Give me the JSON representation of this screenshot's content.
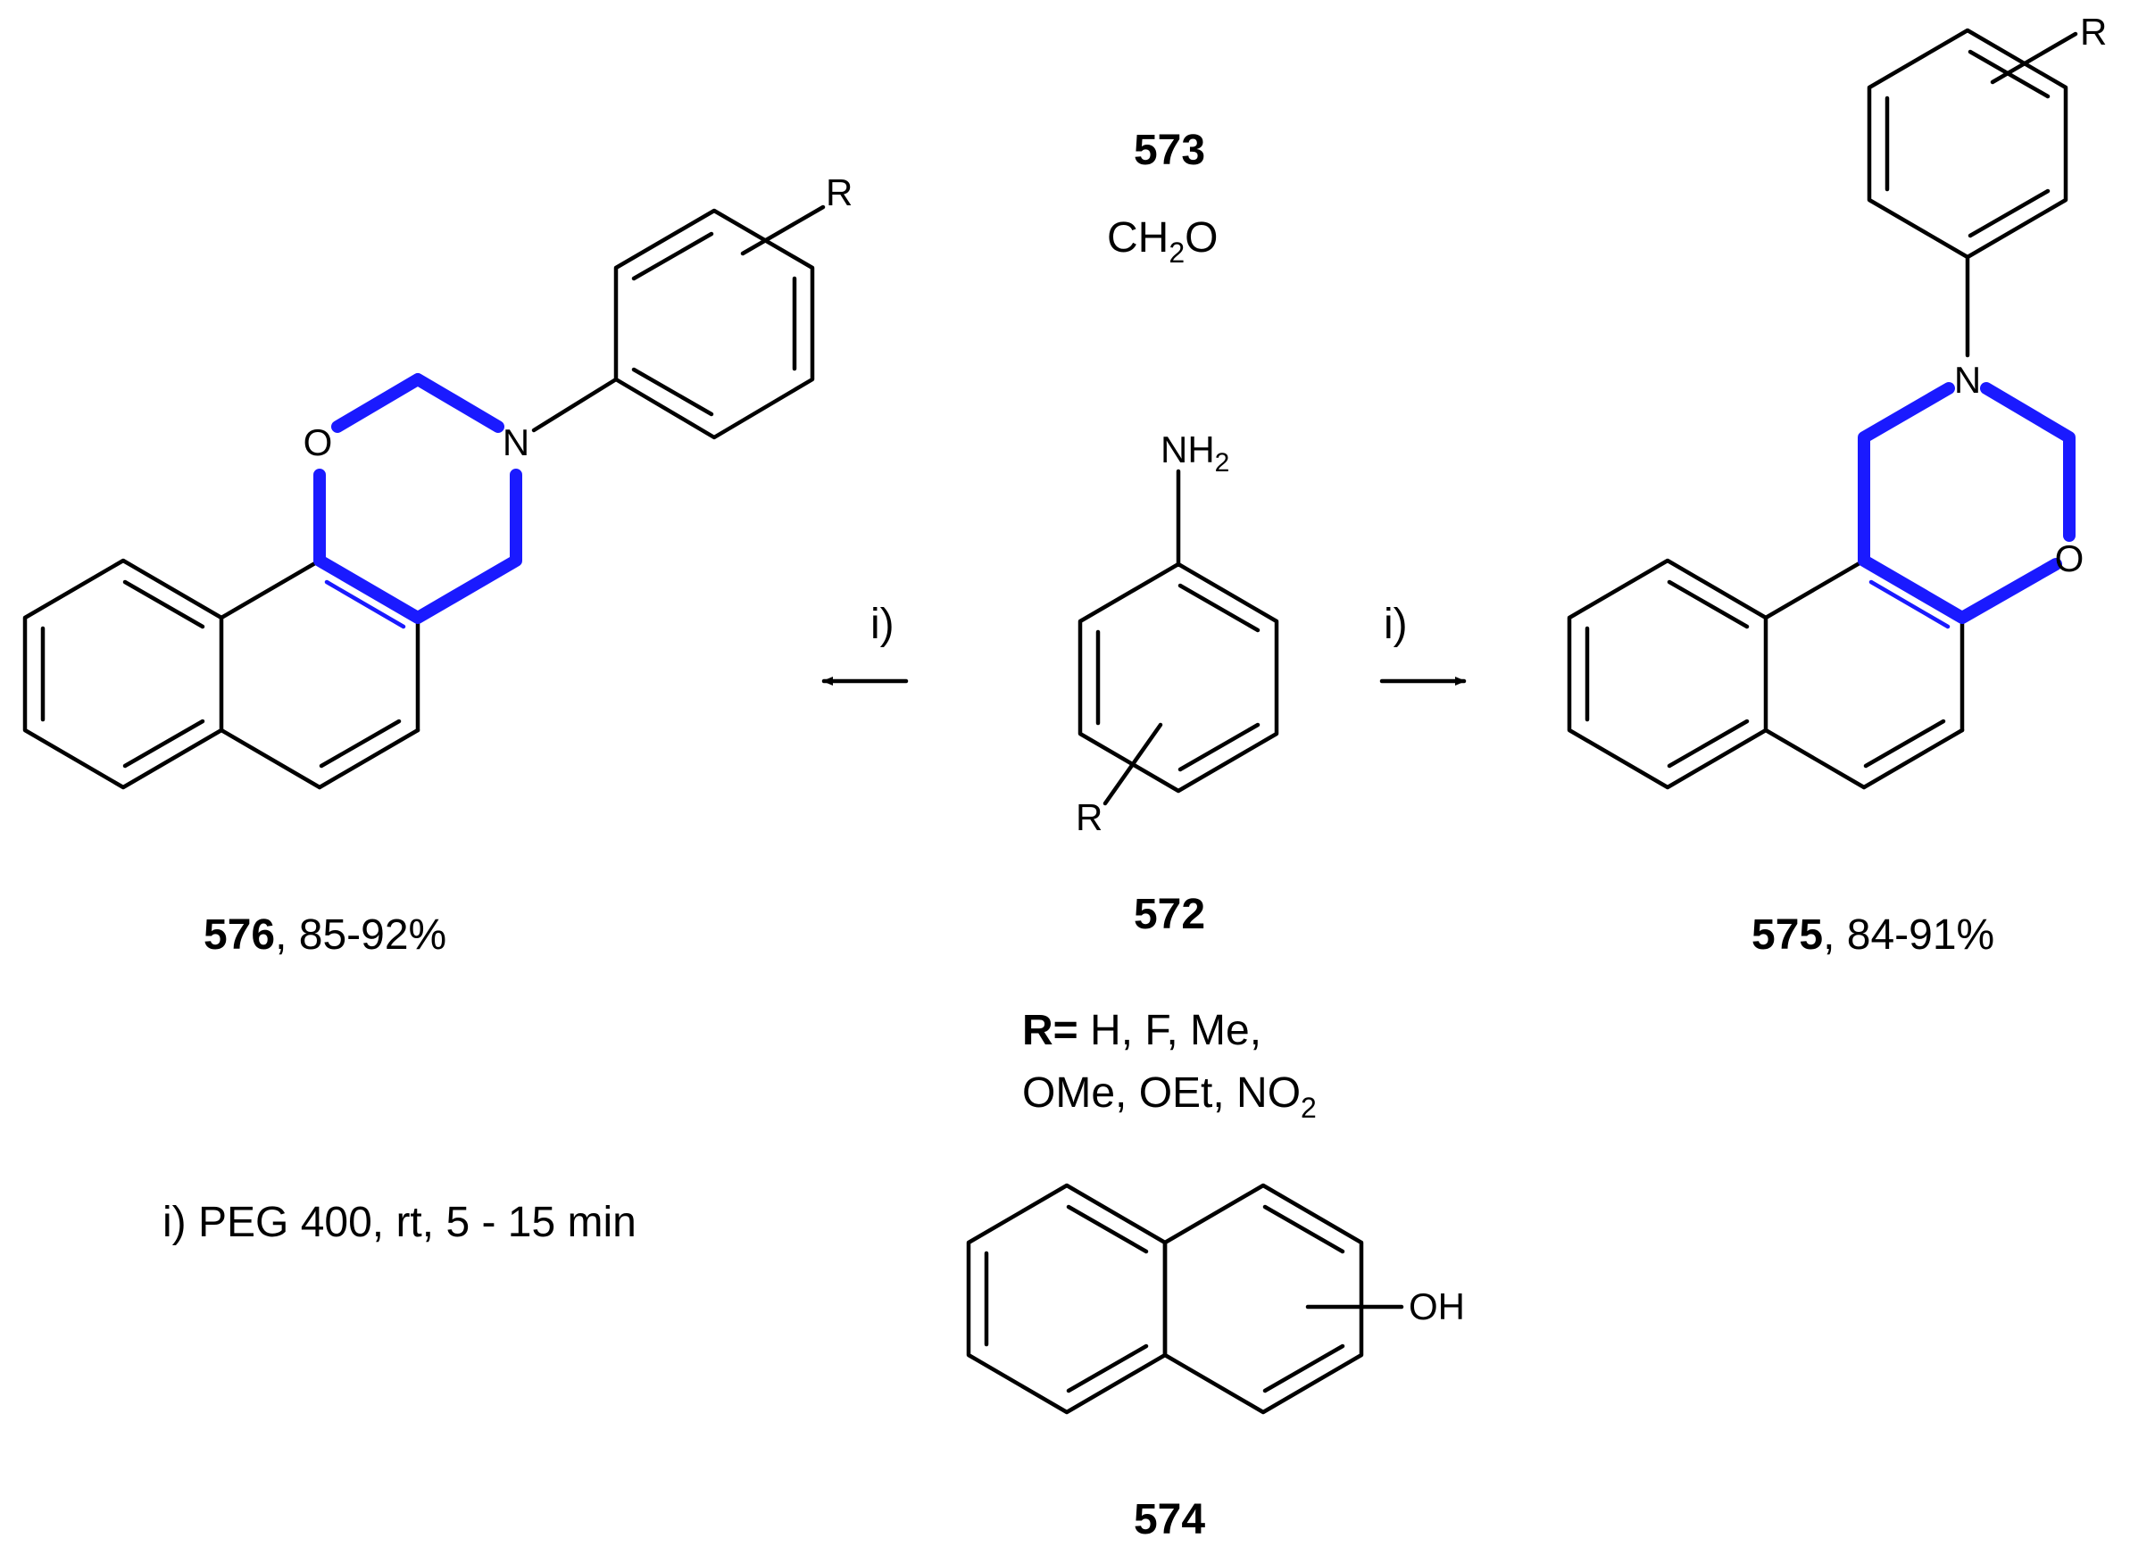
{
  "compounds": {
    "c573": {
      "id": "573",
      "formula_main": "CH",
      "formula_sub": "2",
      "formula_end": "O"
    },
    "c572": {
      "id": "572",
      "amine_main": "NH",
      "amine_sub": "2",
      "r_label": "R"
    },
    "c574": {
      "id": "574",
      "oh_label": "OH"
    },
    "c575": {
      "id": "575",
      "yield": ", 84-91%",
      "n_label": "N",
      "o_label": "O",
      "r_label": "R"
    },
    "c576": {
      "id": "576",
      "yield": ", 85-92%",
      "n_label": "N",
      "o_label": "O",
      "r_label": "R"
    }
  },
  "substituents": {
    "r_bold": "R=",
    "line1": " H, F, Me,",
    "line2_main": "OMe, OEt, NO",
    "line2_sub": "2"
  },
  "arrows": {
    "left_label": "i)",
    "right_label": "i)"
  },
  "conditions": {
    "text": "i) PEG 400, rt,  5 - 15 min"
  },
  "colors": {
    "highlight": "#1a1aff",
    "bond": "#000000"
  }
}
